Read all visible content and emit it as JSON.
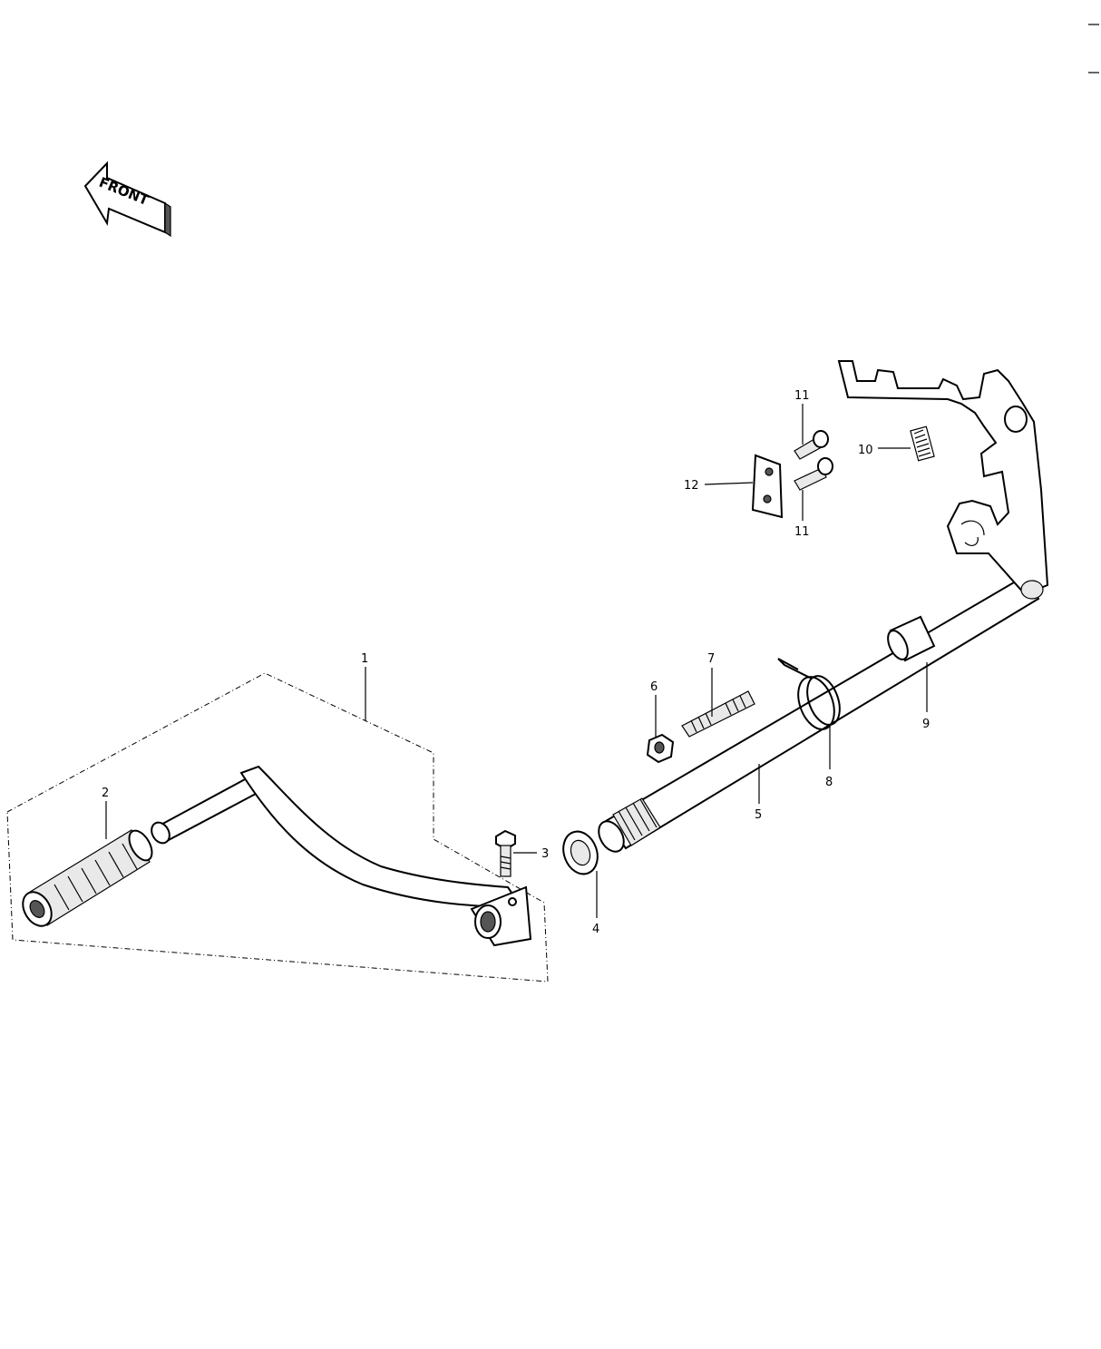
{
  "front_label": "FRONT",
  "callouts": {
    "c1": "1",
    "c2": "2",
    "c3": "3",
    "c4": "4",
    "c5": "5",
    "c6": "6",
    "c7": "7",
    "c8": "8",
    "c9": "9",
    "c10": "10",
    "c11a": "11",
    "c11b": "11",
    "c12": "12"
  }
}
